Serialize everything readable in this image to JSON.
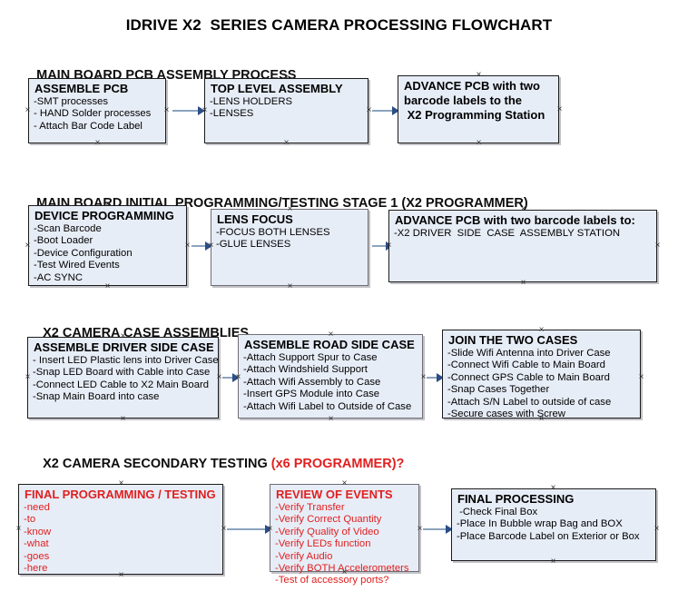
{
  "document": {
    "title": "IDRIVE X2  SERIES CAMERA PROCESSING FLOWCHART"
  },
  "colors": {
    "box_fill": "#e7edf7",
    "box_border": "#1b1b1b",
    "connector": "#8ba4bf",
    "arrowhead": "#2a4d87",
    "accent_red": "#e02020",
    "text": "#000000"
  },
  "sections": [
    {
      "id": "main-board-pcb-assembly",
      "heading": "MAIN BOARD PCB ASSEMBLY PROCESS",
      "heading_accent": "",
      "boxes": [
        {
          "id": "assemble-pcb",
          "title": "ASSEMBLE PCB",
          "items": [
            "-SMT processes",
            "- HAND Solder processes",
            "- Attach Bar Code Label"
          ]
        },
        {
          "id": "top-level-assembly",
          "title": "TOP LEVEL ASSEMBLY",
          "items": [
            "-LENS HOLDERS",
            "-LENSES"
          ]
        },
        {
          "id": "advance-pcb-programming-station",
          "title": "ADVANCE PCB with two",
          "items": [
            "barcode labels to the",
            " X2 Programming Station"
          ]
        }
      ]
    },
    {
      "id": "main-board-initial-programming",
      "heading": "MAIN BOARD INITIAL PROGRAMMING/TESTING STAGE 1 (X2 PROGRAMMER)",
      "heading_accent": "",
      "boxes": [
        {
          "id": "device-programming",
          "title": "DEVICE PROGRAMMING",
          "items": [
            "-Scan Barcode",
            "-Boot Loader",
            "-Device Configuration",
            "-Test Wired Events",
            "-AC SYNC"
          ]
        },
        {
          "id": "lens-focus",
          "title": "LENS FOCUS",
          "items": [
            "-FOCUS BOTH LENSES",
            "-GLUE LENSES"
          ]
        },
        {
          "id": "advance-pcb-driver-side-station",
          "title": "ADVANCE PCB with two barcode labels to:",
          "items": [
            "-X2 DRIVER  SIDE  CASE  ASSEMBLY STATION"
          ]
        }
      ]
    },
    {
      "id": "x2-camera-case-assemblies",
      "heading": "X2 CAMERA CASE ASSEMBLIES",
      "heading_accent": "",
      "boxes": [
        {
          "id": "assemble-driver-side-case",
          "title": "ASSEMBLE DRIVER SIDE CASE",
          "items": [
            "- Insert LED Plastic lens into Driver Case",
            "-Snap LED Board with Cable into Case",
            "-Connect LED Cable to X2 Main Board",
            "-Snap Main Board into case"
          ]
        },
        {
          "id": "assemble-road-side-case",
          "title": "ASSEMBLE ROAD SIDE CASE",
          "items": [
            "-Attach Support Spur to Case",
            "-Attach Windshield Support",
            "-Attach Wifi Assembly to Case",
            "-Insert GPS Module into Case",
            "-Attach Wifi Label to Outside of Case"
          ]
        },
        {
          "id": "join-the-two-cases",
          "title": "JOIN THE TWO CASES",
          "items": [
            "-Slide Wifi Antenna into Driver Case",
            "-Connect Wifi Cable to Main Board",
            "-Connect GPS Cable to Main Board",
            "-Snap Cases Together",
            "-Attach S/N Label to outside of case",
            "-Secure cases with Screw"
          ]
        }
      ]
    },
    {
      "id": "x2-camera-secondary-testing",
      "heading": "X2 CAMERA SECONDARY TESTING ",
      "heading_accent": "(x6 PROGRAMMER)?",
      "boxes": [
        {
          "id": "final-programming-testing",
          "title": "FINAL PROGRAMMING / TESTING",
          "items": [
            "-need",
            "-to",
            "-know",
            "-what",
            "-goes",
            "-here"
          ]
        },
        {
          "id": "review-of-events",
          "title": "REVIEW OF EVENTS",
          "items": [
            "-Verify Transfer",
            "-Verify Correct Quantity",
            "-Verify Quality of Video",
            "-Verify LEDs function",
            "-Verify Audio",
            "-Verify BOTH Accelerometers",
            "-Test of accessory ports?"
          ]
        },
        {
          "id": "final-processing",
          "title": "FINAL PROCESSING",
          "items": [
            " -Check Final Box",
            "-Place In Bubble wrap Bag and BOX",
            "-Place Barcode Label on Exterior or Box"
          ]
        }
      ]
    }
  ]
}
